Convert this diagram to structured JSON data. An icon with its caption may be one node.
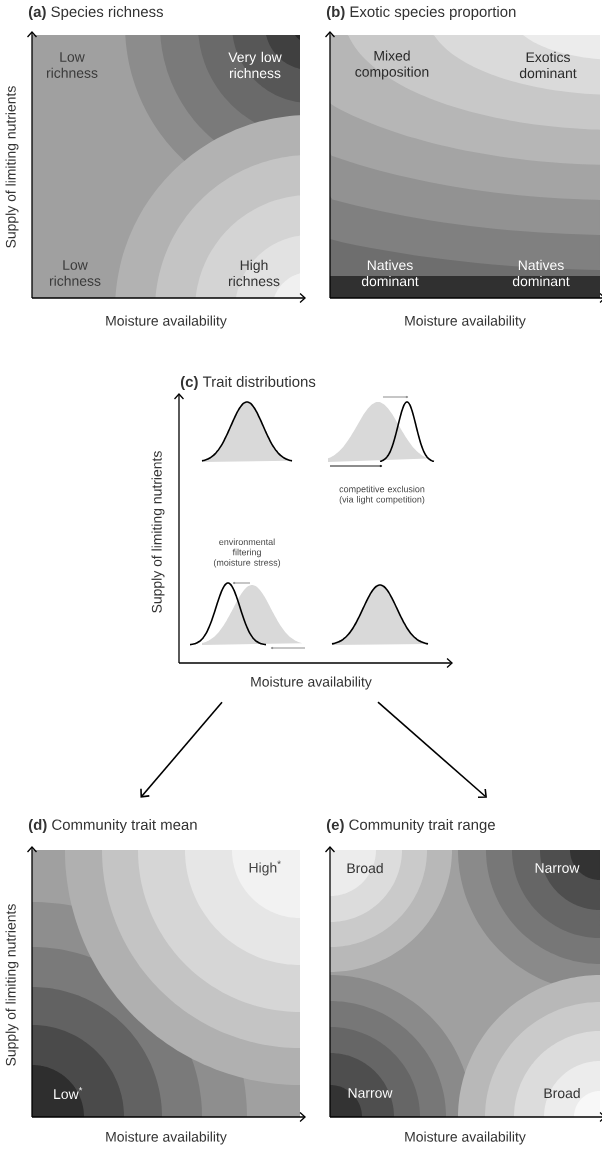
{
  "diagram": {
    "nodes": [
      {
        "text": [
          "**(a)** Species richness",
          "Low richness",
          "Very low richness",
          "Low richness",
          "High richness",
          "Supply of limiting nutrients",
          "Moisture availability"
        ]
      },
      {
        "text": [
          "**(b)** Exotic species proportion",
          "Mixed composition",
          "Exotics dominant",
          "Natives dominant",
          "Natives dominant",
          "Moisture availability"
        ]
      },
      {
        "text": [
          "**(c)** Trait distributions",
          "competitive exclusion (via light competition)",
          "environmental filtering (moisture stress)",
          "Supply of limiting nutrients",
          "Moisture availability"
        ]
      },
      {
        "text": [
          "**(d)** Community trait mean",
          "High$^{*}$",
          "Low$^{*}$",
          "Supply of limiting nutrients",
          "Moisture availability"
        ]
      },
      {
        "text": [
          "**(e)** Community trait range",
          "Broad",
          "Narrow",
          "Narrow",
          "Broad",
          "Moisture availability"
        ]
      }
    ],
    "edges": [
      {
        "from": 2,
        "to": 3,
        "arrow": "to"
      },
      {
        "from": 2,
        "to": 4,
        "arrow": "to"
      }
    ]
  }
}
